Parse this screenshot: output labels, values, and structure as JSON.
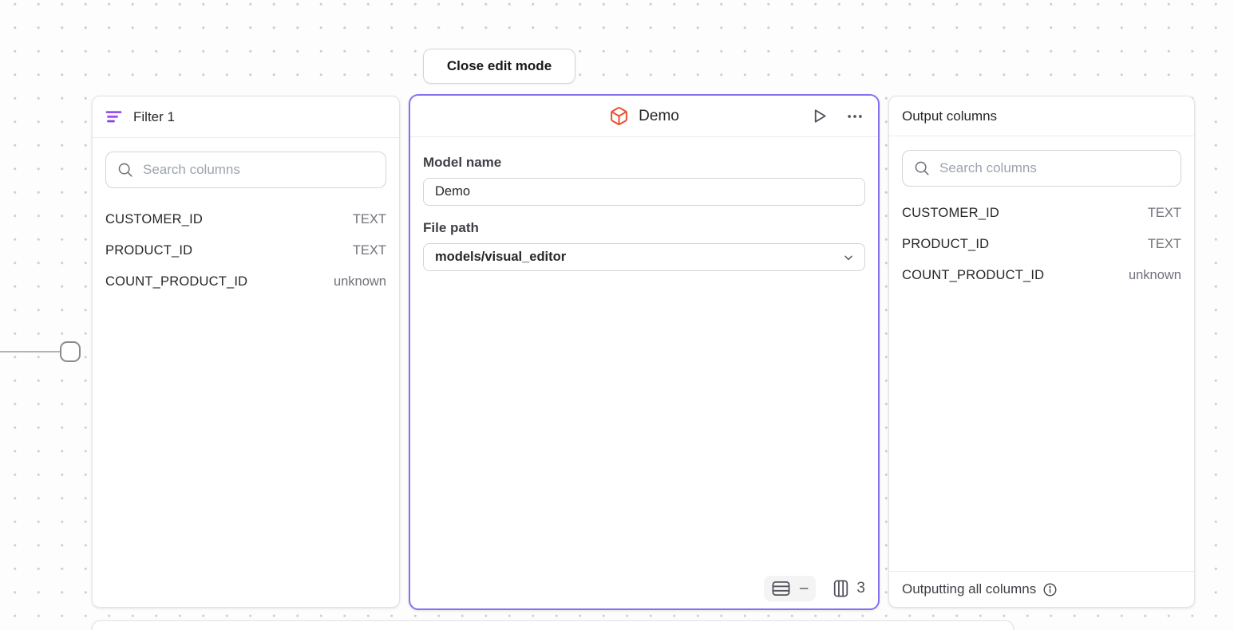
{
  "canvas": {
    "close_button_label": "Close edit mode"
  },
  "filter_panel": {
    "title": "Filter 1",
    "search_placeholder": "Search columns",
    "columns": [
      {
        "name": "CUSTOMER_ID",
        "type": "TEXT"
      },
      {
        "name": "PRODUCT_ID",
        "type": "TEXT"
      },
      {
        "name": "COUNT_PRODUCT_ID",
        "type": "unknown"
      }
    ]
  },
  "model_panel": {
    "title": "Demo",
    "model_name_label": "Model name",
    "model_name_value": "Demo",
    "file_path_label": "File path",
    "file_path_value": "models/visual_editor",
    "column_count": "3",
    "icons": {
      "header": "cube-icon",
      "run": "play-icon",
      "menu": "ellipsis-icon",
      "rows_limit": "rows-icon",
      "rows_limit_value": "–",
      "columns": "columns-icon"
    }
  },
  "output_panel": {
    "title": "Output columns",
    "search_placeholder": "Search columns",
    "columns": [
      {
        "name": "CUSTOMER_ID",
        "type": "TEXT"
      },
      {
        "name": "PRODUCT_ID",
        "type": "TEXT"
      },
      {
        "name": "COUNT_PRODUCT_ID",
        "type": "unknown"
      }
    ],
    "footer_text": "Outputting all columns"
  },
  "colors": {
    "selected_border_purple": "#8672f0",
    "filter_icon_purple": "#9b4ff0",
    "cube_orange": "#e8502e",
    "icon_gray": "#52525b",
    "type_text_gray": "#71717a",
    "placeholder_gray": "#9ca3af"
  }
}
